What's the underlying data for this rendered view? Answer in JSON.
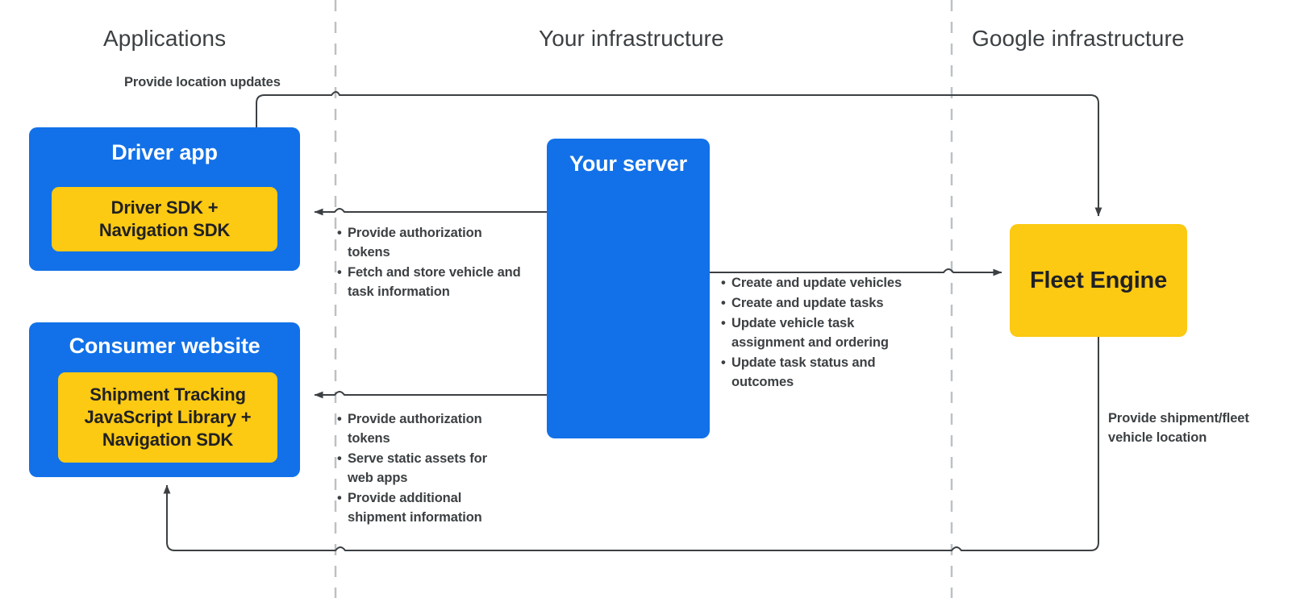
{
  "diagram": {
    "title": "Fleet Engine / Last Mile Fleet Solution architecture",
    "colors": {
      "blue": "#1271E8",
      "yellow": "#FCC913",
      "text_dark": "#3c4043",
      "line": "#3c4043",
      "divider": "#bdc1c6"
    },
    "zones": [
      {
        "id": "applications",
        "label": "Applications"
      },
      {
        "id": "your-infrastructure",
        "label": "Your infrastructure"
      },
      {
        "id": "google-infrastructure",
        "label": "Google infrastructure"
      }
    ],
    "nodes": {
      "driver_app": {
        "title": "Driver app",
        "sdk_lines": [
          "Driver SDK +",
          "Navigation SDK"
        ]
      },
      "consumer_website": {
        "title": "Consumer website",
        "sdk_lines": [
          "Shipment Tracking",
          "JavaScript Library  +",
          "Navigation SDK"
        ]
      },
      "your_server": {
        "title": "Your server"
      },
      "fleet_engine": {
        "title": "Fleet Engine"
      }
    },
    "annotations": {
      "location_updates": "Provide location updates",
      "driver_server_bullets": [
        "Provide authorization tokens",
        "Fetch and store vehicle and task information"
      ],
      "server_fleet_bullets": [
        "Create and update vehicles",
        "Create and update tasks",
        "Update vehicle task assignment and ordering",
        "Update task status and outcomes"
      ],
      "consumer_server_bullets": [
        "Provide authorization tokens",
        "Serve static assets for web apps",
        "Provide additional shipment information"
      ],
      "shipment_location": "Provide shipment/fleet vehicle location"
    }
  }
}
